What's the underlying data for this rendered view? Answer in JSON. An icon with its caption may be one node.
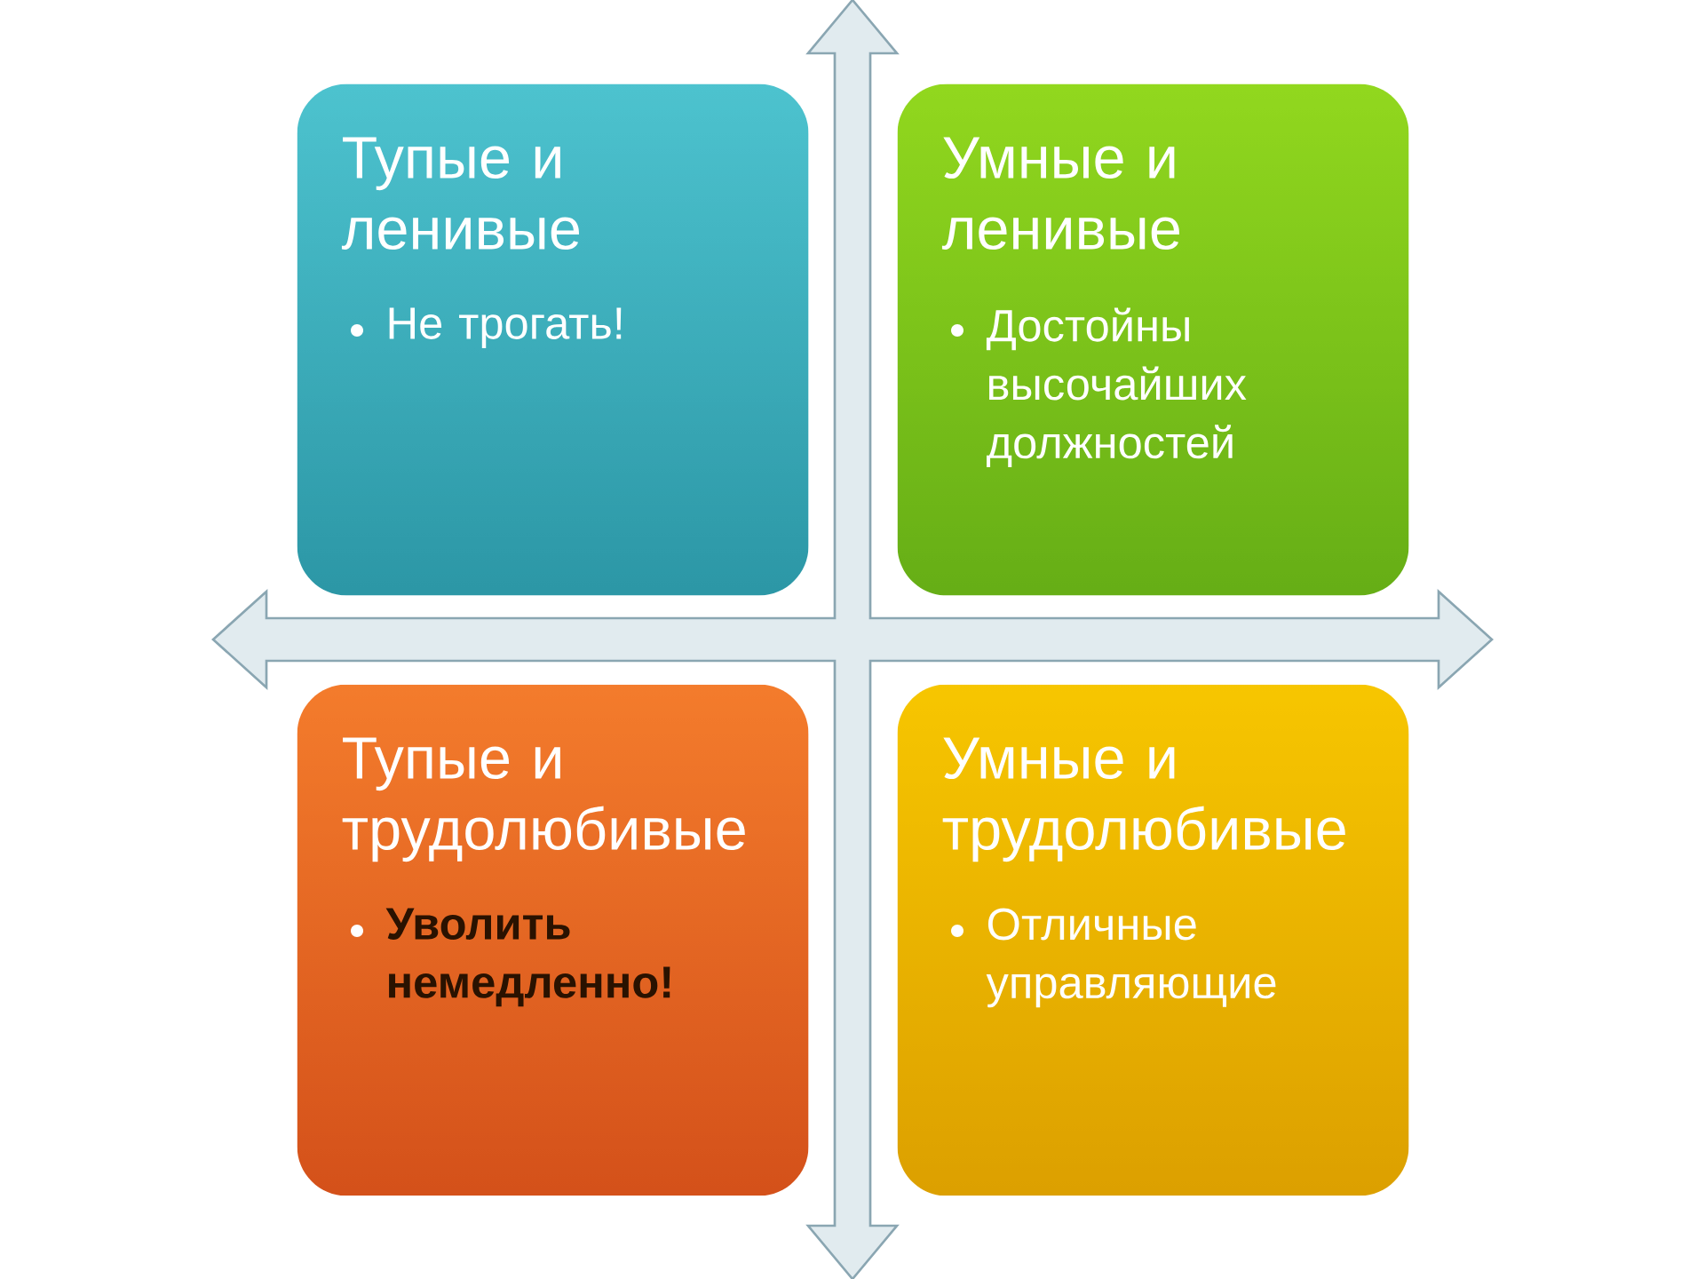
{
  "diagram": {
    "nodes": [
      {
        "text": [
          "Тупые и ленивые",
          "Не трогать!"
        ]
      },
      {
        "text": [
          "Умные и ленивые",
          "Достойны высочайших должностей"
        ]
      },
      {
        "text": [
          "Тупые и трудолюбивые",
          "Уволить немедленно!"
        ]
      },
      {
        "text": [
          "Умные и трудолюбивые",
          "Отличные управляющие"
        ]
      }
    ]
  }
}
